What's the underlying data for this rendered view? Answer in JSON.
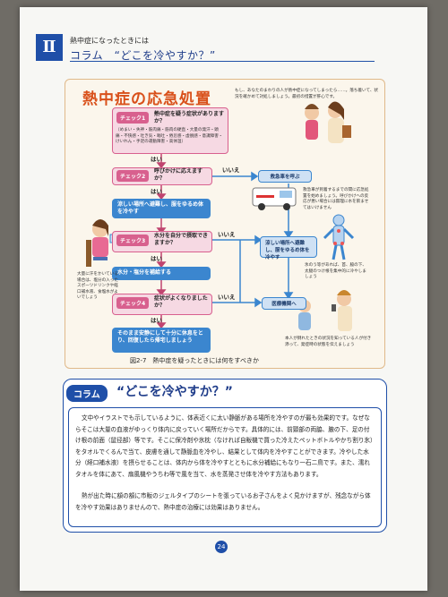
{
  "header": {
    "section_numeral": "Ⅱ",
    "kicker": "熱中症になったときには",
    "title": "コラム　“どこを冷やすか？”"
  },
  "figure": {
    "title": "熱中症の応急処置",
    "intro": "もし、あなたのまわりの人が熱中症になってしまったら……。落ち着いて、状況を確かめて対処しましょう。最初の措置が肝心です。",
    "check1_label": "チェック1",
    "check1_question": "熱中症を疑う症状がありますか？",
    "check1_symptoms": "（めまい・失神・筋肉痛・筋肉の硬直・大量の発汗・頭痛・不快感・吐き気・嘔吐・倦怠感・虚脱感・意識障害・けいれん・手足の運動障害・高体温）",
    "yes_1": "はい",
    "check2_label": "チェック2",
    "check2_question": "呼びかけに応えますか？",
    "no_2": "いいえ",
    "ambulance": "救急車を呼ぶ",
    "ambulance_note": "救急車が到着するまでの間に応急処置を始めましょう。呼びかけへの反応が悪い場合には無理に水を飲ませてはいけません",
    "yes_2": "はい",
    "step_cool": "涼しい場所へ避難し、服をゆるめ体を冷やす",
    "check3_label": "チェック3",
    "check3_question": "水分を自分で摂取できますか？",
    "no_3": "いいえ",
    "step_cool_right": "涼しい場所へ避難し、服をゆるめ体を冷やす",
    "yes_3": "はい",
    "step_hydrate": "水分・塩分を補給する",
    "ice_note": "氷のう等があれば、首、脇の下、太腿のつけ根を集中的に冷やしましょう",
    "check4_label": "チェック4",
    "check4_question": "症状がよくなりましたか？",
    "no_4": "いいえ",
    "hospital": "医療機関へ",
    "yes_4": "はい",
    "step_rest": "そのまま安静にして十分に休息をとり、回復したら帰宅しましょう",
    "drink_note": "大量に汗をかいている場合は、塩分の入ったスポーツドリンクや経口補水液、食塩水がよいでしょう",
    "hospital_note": "本人が倒れたときの状況を知っている人が付き添って、発症時の状態を伝えましょう",
    "caption": "図2-7　熱中症を疑ったときには何をすべきか"
  },
  "column": {
    "tag": "コラム",
    "title": "“どこを冷やすか？”",
    "paragraph1": "文中やイラストでも示しているように、体表近くに太い静脈がある場所を冷やすのが最も効果的です。なぜならそこは大量の血液がゆっくり体内に戻っていく場所だからです。具体的には、前頸部の両脇、腋の下、足の付け根の前面（鼠径部）等です。そこに保冷剤や氷枕（なければ自販機で買った冷えたペットボトルやかち割り氷）をタオルでくるんで当て、皮膚を通して静脈血を冷やし、結果として体内を冷やすことができます。冷やした水分（経口補水液）を摂らせることは、体内から体を冷やすとともに水分補給にもなり一石二鳥です。また、濡れタオルを体にあて、扇風機やうちわ等で風を当て、水を蒸発させ体を冷やす方法もあります。",
    "paragraph2": "熱が出た時に額の額に市販のジェルタイプのシートを張っているお子さんをよく見かけますが、残念ながら体を冷やす効果はありませんので、熱中症の治療には効果はありません。"
  },
  "page_number": "24",
  "colors": {
    "primary": "#1f4fa8",
    "accent": "#d9501a",
    "check": "#d8608e",
    "step": "#3b86cf"
  }
}
